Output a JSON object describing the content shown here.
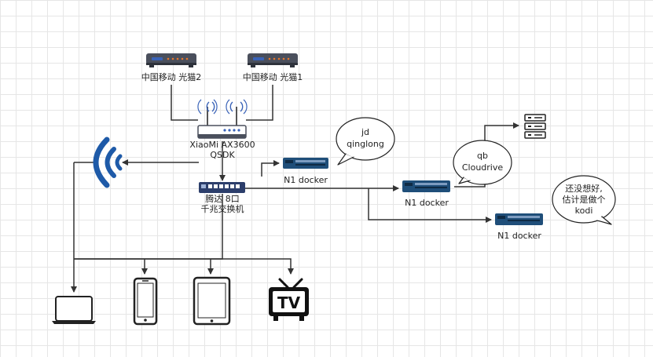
{
  "nodes": {
    "modem2": {
      "label": "中国移动 光猫2"
    },
    "modem1": {
      "label": "中国移动 光猫1"
    },
    "router": {
      "label_line1": "XiaoMi AX3600",
      "label_line2": "QSDK"
    },
    "switch": {
      "label_line1": "腾达 8口",
      "label_line2": "千兆交换机"
    },
    "n1_a": {
      "label": "N1 docker"
    },
    "n1_b": {
      "label": "N1 docker"
    },
    "n1_c": {
      "label": "N1 docker"
    }
  },
  "bubbles": {
    "jd": {
      "line1": "jd",
      "line2": "qinglong"
    },
    "qb": {
      "line1": "qb",
      "line2": "Cloudrive"
    },
    "kodi": {
      "line1": "还没想好,",
      "line2": "估计是做个",
      "line3": "kodi"
    }
  },
  "devices": {
    "laptop": "laptop-icon",
    "phone": "phone-icon",
    "tablet": "tablet-icon",
    "tv": {
      "text": "TV"
    },
    "wifi": "wifi-icon",
    "server": "server-icon"
  },
  "colors": {
    "router_body": "#4a4f5c",
    "router_led": "#e8762b",
    "router_blue": "#3a63b8",
    "n1_body": "#1f4e79",
    "wifi_blue": "#1e5aa8"
  }
}
